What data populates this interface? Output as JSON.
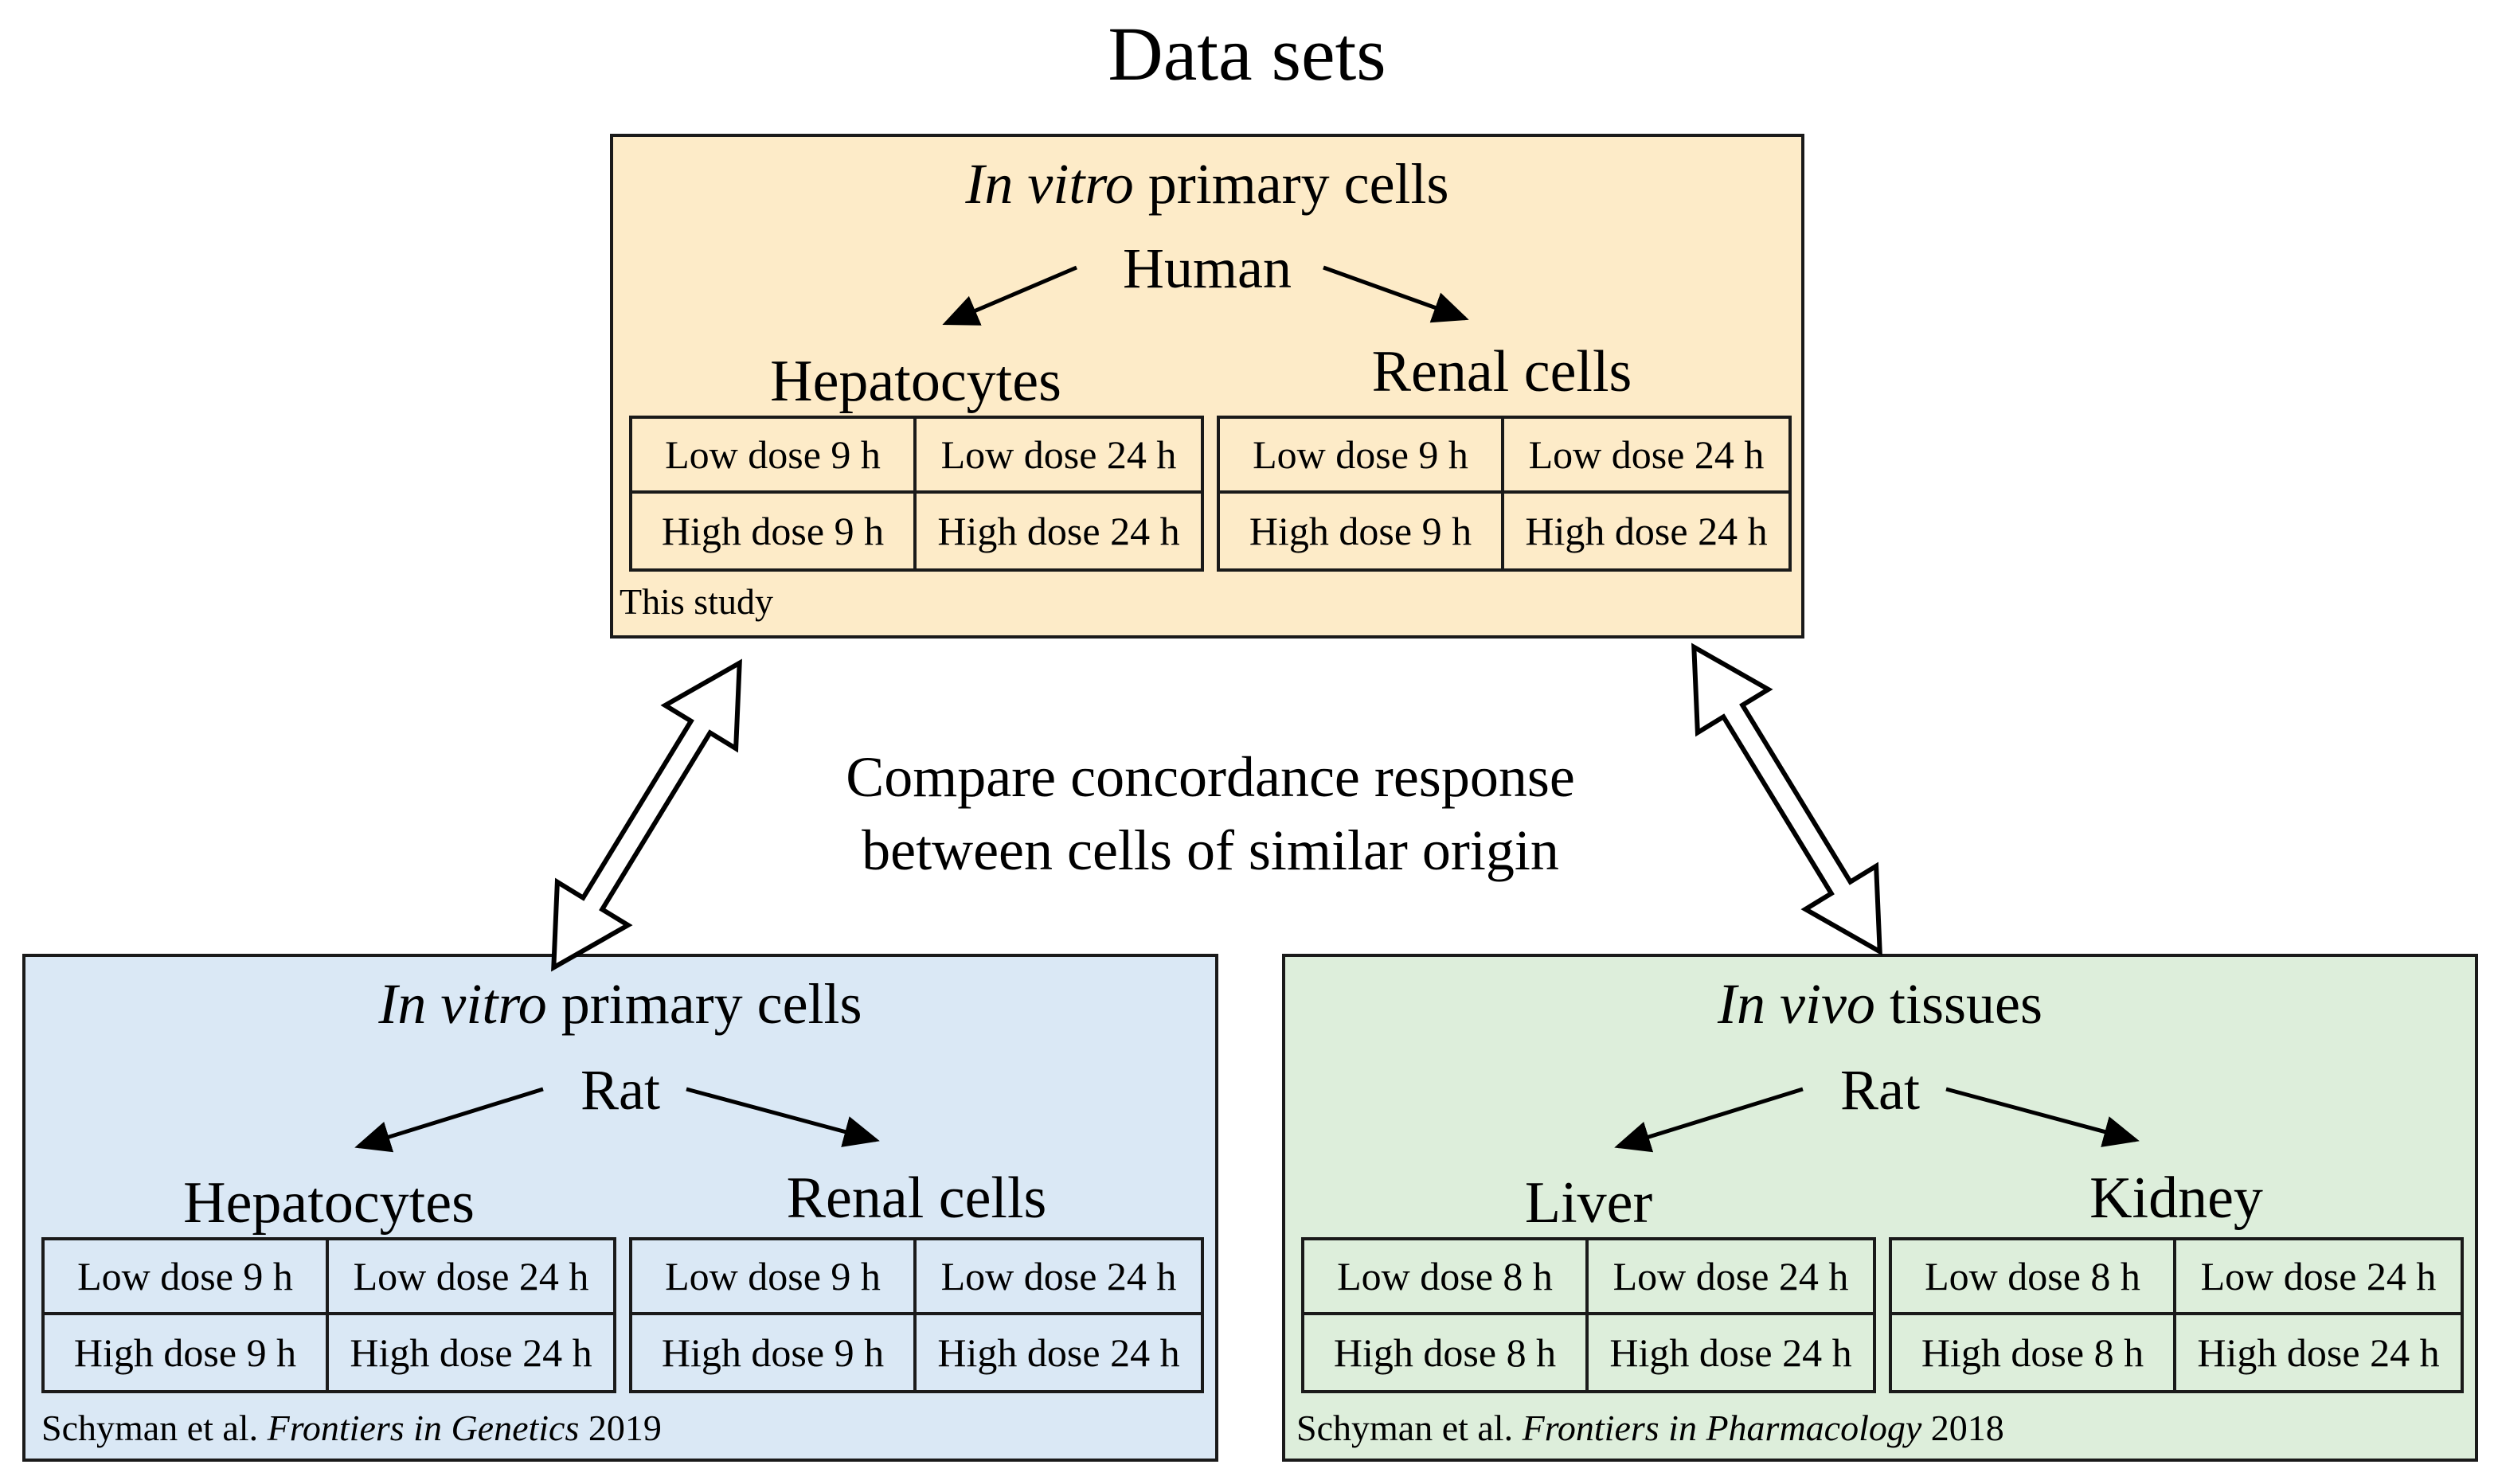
{
  "title": "Data sets",
  "compare_text": [
    "Compare concordance response",
    "between cells of similar origin"
  ],
  "colors": {
    "top_panel": "#fdebc8",
    "left_panel": "#dae8f5",
    "right_panel": "#ddeedb",
    "border": "#1a1a1a"
  },
  "top_panel": {
    "heading_italic": "In vitro",
    "heading_rest": "primary cells",
    "species": "Human",
    "groups": [
      {
        "title": "Hepatocytes",
        "cells": [
          "Low dose 9 h",
          "Low dose 24 h",
          "High dose 9 h",
          "High dose 24 h"
        ]
      },
      {
        "title": "Renal cells",
        "cells": [
          "Low dose 9 h",
          "Low dose 24 h",
          "High dose 9 h",
          "High dose 24 h"
        ]
      }
    ],
    "reference": "This study"
  },
  "left_panel": {
    "heading_italic": "In vitro",
    "heading_rest": "primary cells",
    "species": "Rat",
    "groups": [
      {
        "title": "Hepatocytes",
        "cells": [
          "Low dose 9 h",
          "Low dose 24 h",
          "High dose 9 h",
          "High dose 24 h"
        ]
      },
      {
        "title": "Renal cells",
        "cells": [
          "Low dose 9 h",
          "Low dose 24 h",
          "High dose 9 h",
          "High dose 24 h"
        ]
      }
    ],
    "reference_authors": "Schyman et al.",
    "reference_journal": "Frontiers in Genetics",
    "reference_year": "2019"
  },
  "right_panel": {
    "heading_italic": "In vivo",
    "heading_rest": "tissues",
    "species": "Rat",
    "groups": [
      {
        "title": "Liver",
        "cells": [
          "Low dose 8 h",
          "Low dose 24 h",
          "High dose 8 h",
          "High dose 24 h"
        ]
      },
      {
        "title": "Kidney",
        "cells": [
          "Low dose 8 h",
          "Low dose 24 h",
          "High dose 8 h",
          "High dose 24 h"
        ]
      }
    ],
    "reference_authors": "Schyman et al.",
    "reference_journal": "Frontiers in Pharmacology",
    "reference_year": "2018"
  },
  "icons": [
    "double-arrow-icon",
    "arrow-icon"
  ]
}
